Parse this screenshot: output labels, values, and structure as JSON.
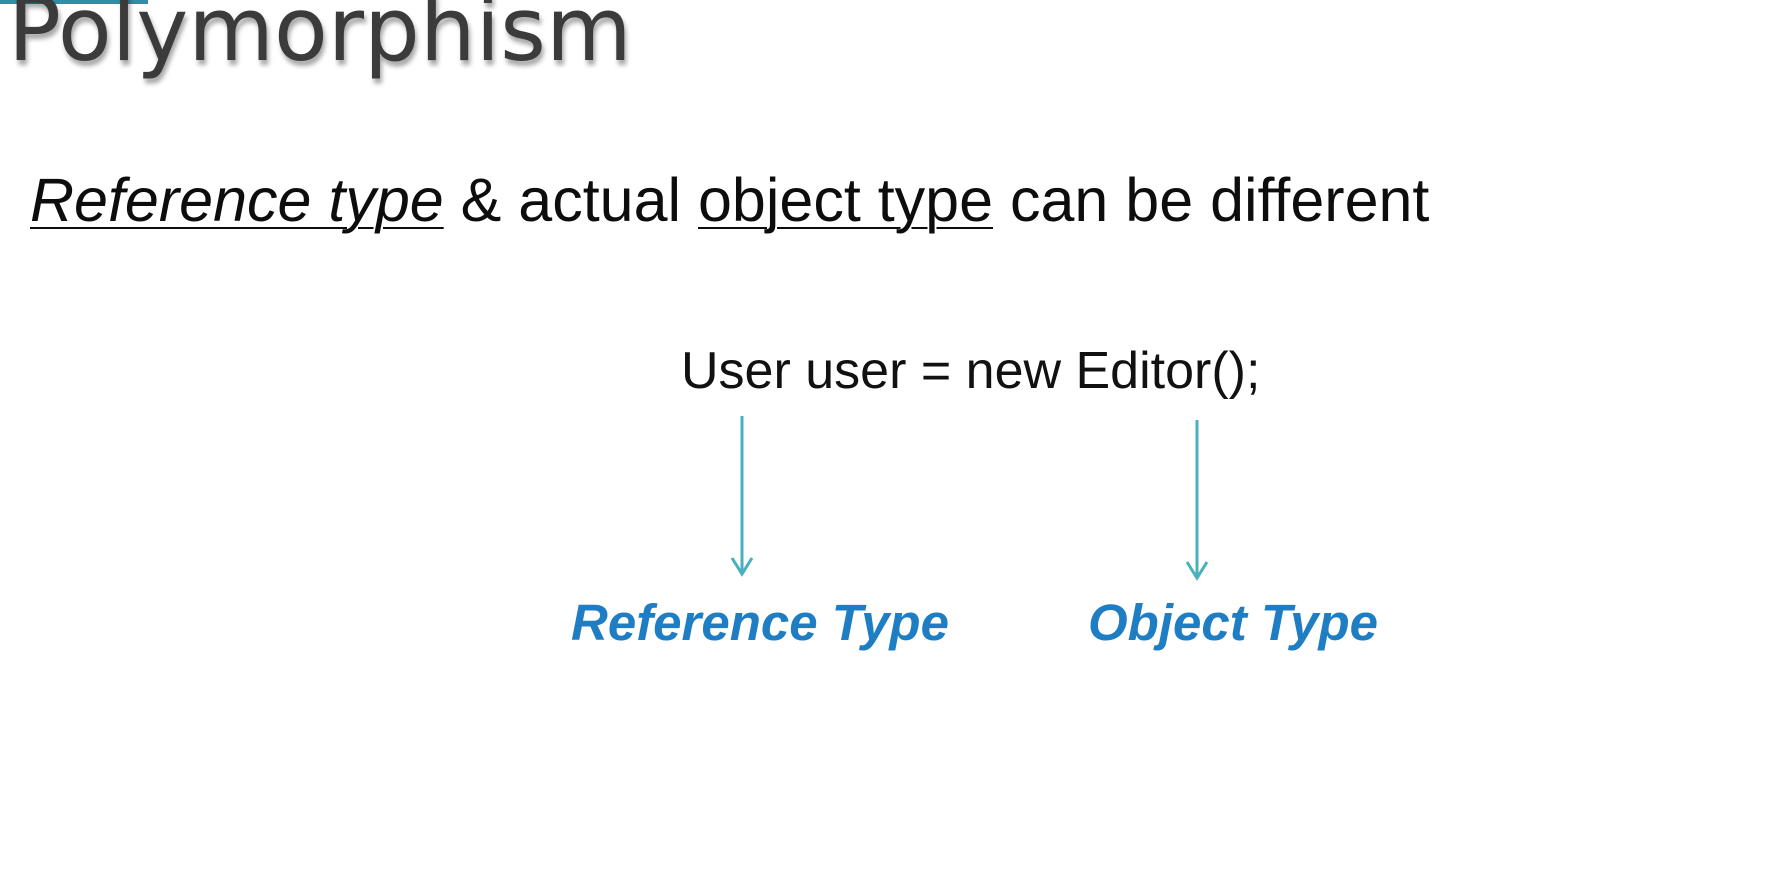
{
  "slide": {
    "title": "Polymorphism",
    "subtitle": {
      "part1": "Reference type",
      "part2": " & actual ",
      "part3": "object type",
      "part4": " can be different"
    },
    "code": "User user = new Editor();",
    "labels": {
      "reference": "Reference Type",
      "object": "Object Type"
    }
  },
  "colors": {
    "accent": "#2f8fa6",
    "arrow": "#4bb0bd",
    "label": "#1f7ec3",
    "title": "#3b3b3b"
  }
}
